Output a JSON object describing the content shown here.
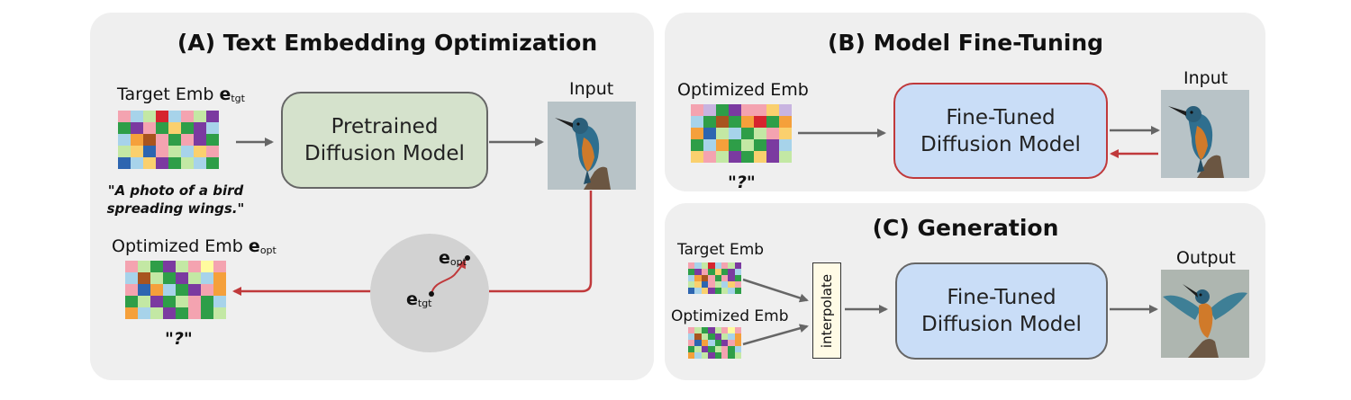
{
  "panel_a": {
    "title": "(A) Text Embedding Optimization",
    "target_emb_label": "Target Emb",
    "target_emb_symbol": "e",
    "target_emb_sub": "tgt",
    "prompt_line1": "\"A photo of a bird",
    "prompt_line2": "spreading wings.\"",
    "model_line1": "Pretrained",
    "model_line2": "Diffusion Model",
    "input_label": "Input",
    "optimized_emb_label": "Optimized Emb",
    "optimized_emb_symbol": "e",
    "optimized_emb_sub": "opt",
    "optimized_caption": "\"?\"",
    "circle_opt_symbol": "e",
    "circle_opt_sub": "opt",
    "circle_tgt_symbol": "e",
    "circle_tgt_sub": "tgt"
  },
  "panel_b": {
    "title": "(B) Model Fine-Tuning",
    "emb_label": "Optimized Emb",
    "emb_caption": "\"?\"",
    "model_line1": "Fine-Tuned",
    "model_line2": "Diffusion Model",
    "input_label": "Input"
  },
  "panel_c": {
    "title": "(C) Generation",
    "target_label": "Target Emb",
    "optimized_label": "Optimized Emb",
    "interpolate_label": "interpolate",
    "model_line1": "Fine-Tuned",
    "model_line2": "Diffusion Model",
    "output_label": "Output"
  },
  "colors": {
    "panel_bg": "#efefef",
    "pretrained_fill": "#d5e2cc",
    "finetuned_fill": "#c9ddf7",
    "gray_border": "#666666",
    "red": "#c0393b",
    "arrow_gray": "#666666",
    "circle_fill": "#d2d2d2",
    "interp_fill": "#fffbe6"
  },
  "embedding_grids": {
    "target_a": [
      "#f4a3b0",
      "#a7d3ea",
      "#c3e8a4",
      "#d6242e",
      "#a7d3ea",
      "#f4a3b0",
      "#c3e8a4",
      "#7b3aa0",
      "#2e9e48",
      "#7b3aa0",
      "#f4a3b0",
      "#2e9e48",
      "#fad06e",
      "#2e9e48",
      "#7b3aa0",
      "#a7d3ea",
      "#a7d3ea",
      "#f5a03b",
      "#a8541f",
      "#f4a3b0",
      "#2e9e48",
      "#f4a3b0",
      "#7b3aa0",
      "#2e9e48",
      "#c3e8a4",
      "#fad06e",
      "#2d65b0",
      "#f4a3b0",
      "#c3e8a4",
      "#a7d3ea",
      "#fad06e",
      "#f4a3b0",
      "#2d65b0",
      "#a7d3ea",
      "#fad06e",
      "#7b3aa0",
      "#2e9e48",
      "#c3e8a4",
      "#a7d3ea",
      "#2e9e48"
    ],
    "optimized_a": [
      "#f4a3b0",
      "#c3e8a4",
      "#2e9e48",
      "#7b3aa0",
      "#c3e8a4",
      "#f4a3b0",
      "#fffb9e",
      "#f4a3b0",
      "#a7d3ea",
      "#a8541f",
      "#c3e8a4",
      "#2e9e48",
      "#7b3aa0",
      "#c3e8a4",
      "#a7d3ea",
      "#f5a03b",
      "#f4a3b0",
      "#2d65b0",
      "#f5a03b",
      "#a7d3ea",
      "#2e9e48",
      "#7b3aa0",
      "#f4a3b0",
      "#f5a03b",
      "#2e9e48",
      "#c3e8a4",
      "#7b3aa0",
      "#2e9e48",
      "#c3e8a4",
      "#f4a3b0",
      "#2e9e48",
      "#a7d3ea",
      "#f5a03b",
      "#a7d3ea",
      "#c3e8a4",
      "#7b3aa0",
      "#2e9e48",
      "#f4a3b0",
      "#2e9e48",
      "#c3e8a4"
    ],
    "optimized_b": [
      "#f4a3b0",
      "#c8b4e0",
      "#2e9e48",
      "#7b3aa0",
      "#f4a3b0",
      "#f4a3b0",
      "#fad06e",
      "#c8b4e0",
      "#a7d3ea",
      "#2e9e48",
      "#a8541f",
      "#2e9e48",
      "#f5a03b",
      "#d6242e",
      "#2e9e48",
      "#f5a03b",
      "#f5a03b",
      "#2d65b0",
      "#c3e8a4",
      "#a7d3ea",
      "#2e9e48",
      "#c3e8a4",
      "#f4a3b0",
      "#fad06e",
      "#2e9e48",
      "#a7d3ea",
      "#f5a03b",
      "#2e9e48",
      "#c3e8a4",
      "#2e9e48",
      "#7b3aa0",
      "#a7d3ea",
      "#fad06e",
      "#f4a3b0",
      "#c3e8a4",
      "#7b3aa0",
      "#2e9e48",
      "#fad06e",
      "#7b3aa0",
      "#c3e8a4"
    ],
    "target_c": [
      "#f4a3b0",
      "#a7d3ea",
      "#c3e8a4",
      "#d6242e",
      "#a7d3ea",
      "#f4a3b0",
      "#c3e8a4",
      "#7b3aa0",
      "#2e9e48",
      "#7b3aa0",
      "#f4a3b0",
      "#2e9e48",
      "#fad06e",
      "#2e9e48",
      "#7b3aa0",
      "#a7d3ea",
      "#a7d3ea",
      "#f5a03b",
      "#a8541f",
      "#f4a3b0",
      "#2e9e48",
      "#f4a3b0",
      "#7b3aa0",
      "#2e9e48",
      "#c3e8a4",
      "#fad06e",
      "#2d65b0",
      "#f4a3b0",
      "#c3e8a4",
      "#a7d3ea",
      "#fad06e",
      "#f4a3b0",
      "#2d65b0",
      "#a7d3ea",
      "#fad06e",
      "#7b3aa0",
      "#2e9e48",
      "#c3e8a4",
      "#a7d3ea",
      "#2e9e48"
    ],
    "optimized_c": [
      "#f4a3b0",
      "#c3e8a4",
      "#2e9e48",
      "#7b3aa0",
      "#c3e8a4",
      "#f4a3b0",
      "#fffb9e",
      "#f4a3b0",
      "#a7d3ea",
      "#a8541f",
      "#c3e8a4",
      "#2e9e48",
      "#7b3aa0",
      "#c3e8a4",
      "#a7d3ea",
      "#f5a03b",
      "#f4a3b0",
      "#2d65b0",
      "#f5a03b",
      "#a7d3ea",
      "#2e9e48",
      "#7b3aa0",
      "#f4a3b0",
      "#f5a03b",
      "#2e9e48",
      "#c3e8a4",
      "#7b3aa0",
      "#2e9e48",
      "#c3e8a4",
      "#f4a3b0",
      "#2e9e48",
      "#a7d3ea",
      "#f5a03b",
      "#a7d3ea",
      "#c3e8a4",
      "#7b3aa0",
      "#2e9e48",
      "#f4a3b0",
      "#2e9e48",
      "#c3e8a4"
    ]
  }
}
